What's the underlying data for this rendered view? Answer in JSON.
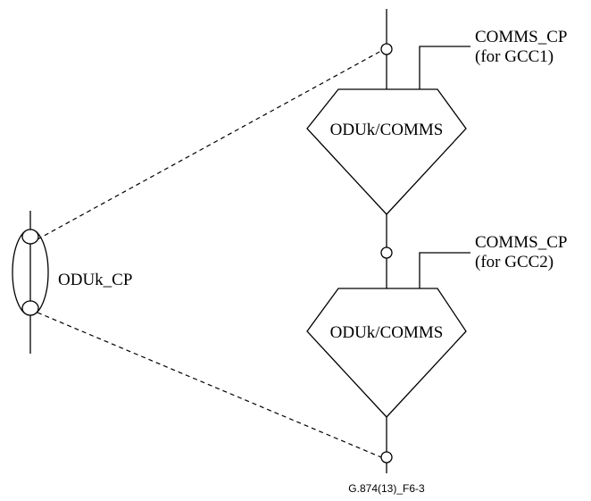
{
  "functions": [
    {
      "label": "ODUk/COMMS"
    },
    {
      "label": "ODUk/COMMS"
    }
  ],
  "comms_points": [
    {
      "line1": "COMMS_CP",
      "line2": "(for GCC1)"
    },
    {
      "line1": "COMMS_CP",
      "line2": "(for GCC2)"
    }
  ],
  "group_point": {
    "label": "ODUk_CP"
  },
  "figure_id": "G.874(13)_F6-3"
}
